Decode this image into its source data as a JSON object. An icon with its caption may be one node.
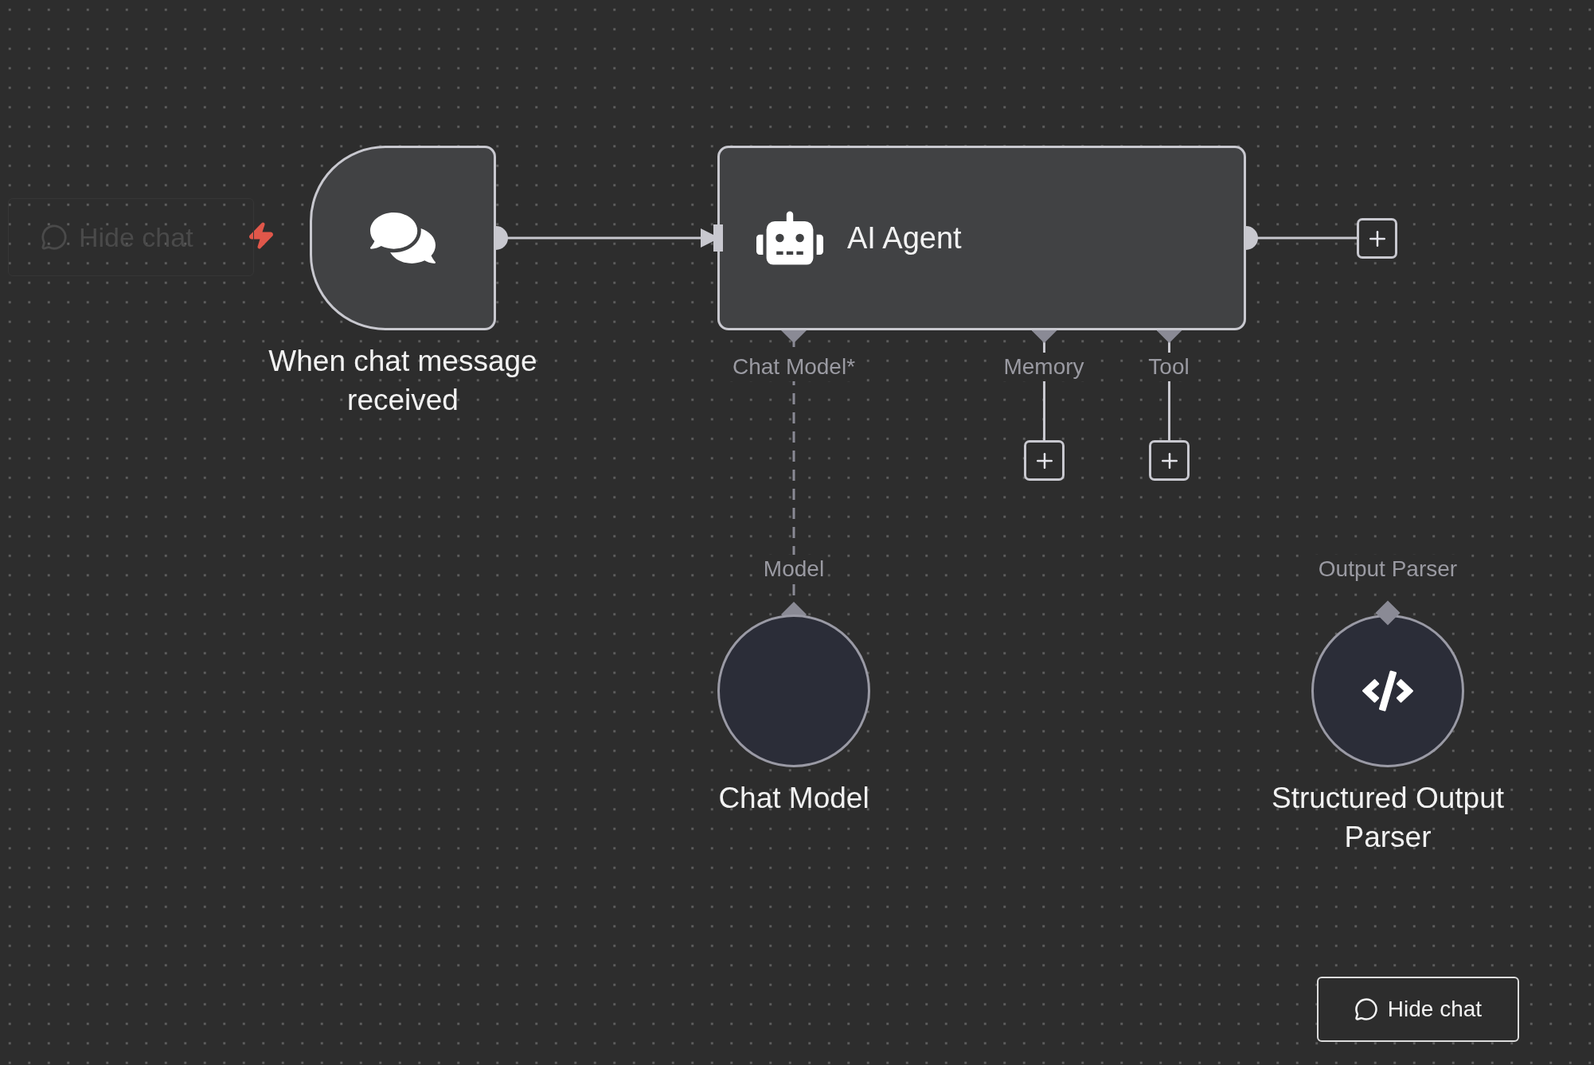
{
  "diagram": {
    "nodes": [
      {
        "text": [
          "When chat message received"
        ]
      },
      {
        "text": [
          "AI Agent"
        ]
      },
      {
        "text": [],
        "shape": "box"
      },
      {
        "text": [],
        "shape": "box"
      },
      {
        "text": [],
        "shape": "box"
      },
      {
        "text": [
          "Chat Model"
        ]
      },
      {
        "text": [
          "Structured Output Parser"
        ]
      }
    ],
    "edges": [
      {
        "from": 0,
        "to": 1,
        "arrow": "to"
      },
      {
        "from": 1,
        "to": 2,
        "arrow": "other"
      },
      {
        "from": 1,
        "to": 3,
        "arrow": "other"
      },
      {
        "from": 1,
        "to": 4,
        "arrow": "other"
      },
      {
        "from": 5,
        "to": 1,
        "arrow": "other",
        "style": "dashed"
      }
    ],
    "labels": [
      "Hide chat",
      "Chat Model*",
      "Memory",
      "Tool",
      "Model",
      "Output Parser",
      "Hide chat"
    ]
  }
}
